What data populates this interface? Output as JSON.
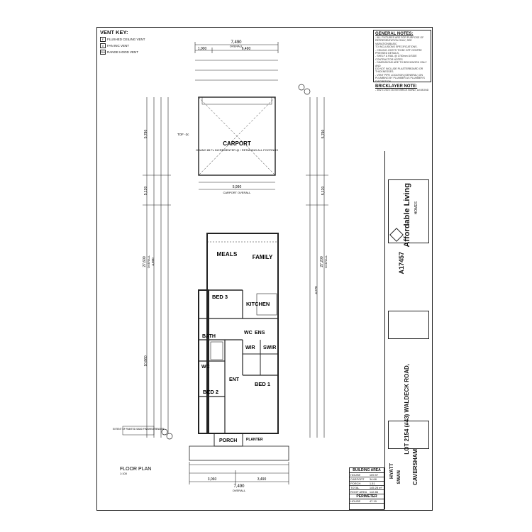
{
  "vent_key": {
    "title": "VENT KEY:",
    "items": [
      {
        "symbol": "F",
        "label": "FLUSHED CEILING VENT"
      },
      {
        "symbol": "V",
        "label": "FAN INC VENT"
      },
      {
        "symbol": "RH",
        "label": "RANGE HOOD VENT"
      }
    ]
  },
  "general_notes": {
    "title": "GENERAL NOTES:",
    "lines": [
      "- ALL FIXTURES ARE FOR PURPOSE OF",
      "  REPRESENTATION ONLY, SEE VARIATION/BASIC",
      "  TO INCLUSIONS SPECIFICATIONS.",
      "- CEILING JOISTS TO BE OFF CENTRE",
      "  PRESSED DETAILS.",
      "- SHELF & RAIL @ 1750mm U/SIDE",
      "  CONTRACTOR NOTES",
      "- DIMENSIONS ARE TO BRICKWORK ONLY AND",
      "  DO NOT INCLUDE PLASTERBOARD OR",
      "  THICKNESSES.",
      "- VENT PIPE LOCATION (GENERAL) ON",
      "  PLUMBING BY PLUMBER AS PLUMBER'S",
      "  DISCRETION."
    ],
    "bricklayer_title": "BRICKLAYER NOTE:",
    "bricklayer_line": "- 3N2 x 230 x 30 mm BRICK BOND, LW-BOND"
  },
  "rooms": {
    "carport": "CARPORT",
    "meals": "MEALS",
    "family": "FAMILY",
    "bed3": "BED 3",
    "kitchen": "KITCHEN",
    "bath": "BATH",
    "wc": "WC",
    "ens": "ENS",
    "wc2": "WC",
    "wir": "WIR",
    "swir": "SWIR",
    "ent": "ENT",
    "bed1": "BED 1",
    "bed2": "BED 2",
    "porch": "PORCH",
    "planter": "PLANTER"
  },
  "dimensions": {
    "overall_top": "7,490",
    "overall_top_label": "OVERALL",
    "top_left": "1,000",
    "top_right": "6,490",
    "carport_width": "5,990",
    "carport_width_label": "CARPORT OVERALL",
    "carport_depth": "5,790",
    "left_total": "27,600",
    "left_total_label": "OVERALL",
    "right_total": "27,200",
    "right_total_label": "OVERALL",
    "left_mid": "5,120",
    "right_mid": "5,120",
    "house_depth": "10,860",
    "overall_bottom": "7,490",
    "overall_bottom_label": "OVERALL",
    "bottom_left": "3,060",
    "bottom_right": "3,490",
    "dim_4600": "4,600",
    "dim_4270": "4,270"
  },
  "annotations": {
    "carport_notes": "GRANO 85 Fc INCREMENTER @ / RETAINING ALL FOOTINGS",
    "tof": "TOF -2c",
    "floor_plan": "FLOOR PLAN",
    "scale": "1:100",
    "extent": "EXTENT OF PAINTED SAND FINISHED RENDER"
  },
  "brand": {
    "name": "Affordable Living",
    "sub": "HOMES"
  },
  "job_number": "A17457",
  "building_area": {
    "title": "BUILDING AREA",
    "rows": [
      {
        "label": "HOUSE",
        "value": "109.97"
      },
      {
        "label": "CARPORT",
        "value": "34.68"
      },
      {
        "label": "PORCH",
        "value": "1.51"
      },
      {
        "label": "TOTAL",
        "value": "145.28 m²"
      },
      {
        "label": "ROOF AREA",
        "value": "142.86"
      }
    ],
    "perimeter_title": "PERIMETER",
    "perimeter_label": "HOUSE",
    "perimeter_value": "47.19"
  },
  "project": {
    "client": "HYATT",
    "model": "SWAN",
    "address": "LOT 2154 (#43) WALDECK ROAD,",
    "suburb": "CAVERSHAM"
  },
  "colors": {
    "line": "#222222",
    "paper": "#ffffff"
  }
}
